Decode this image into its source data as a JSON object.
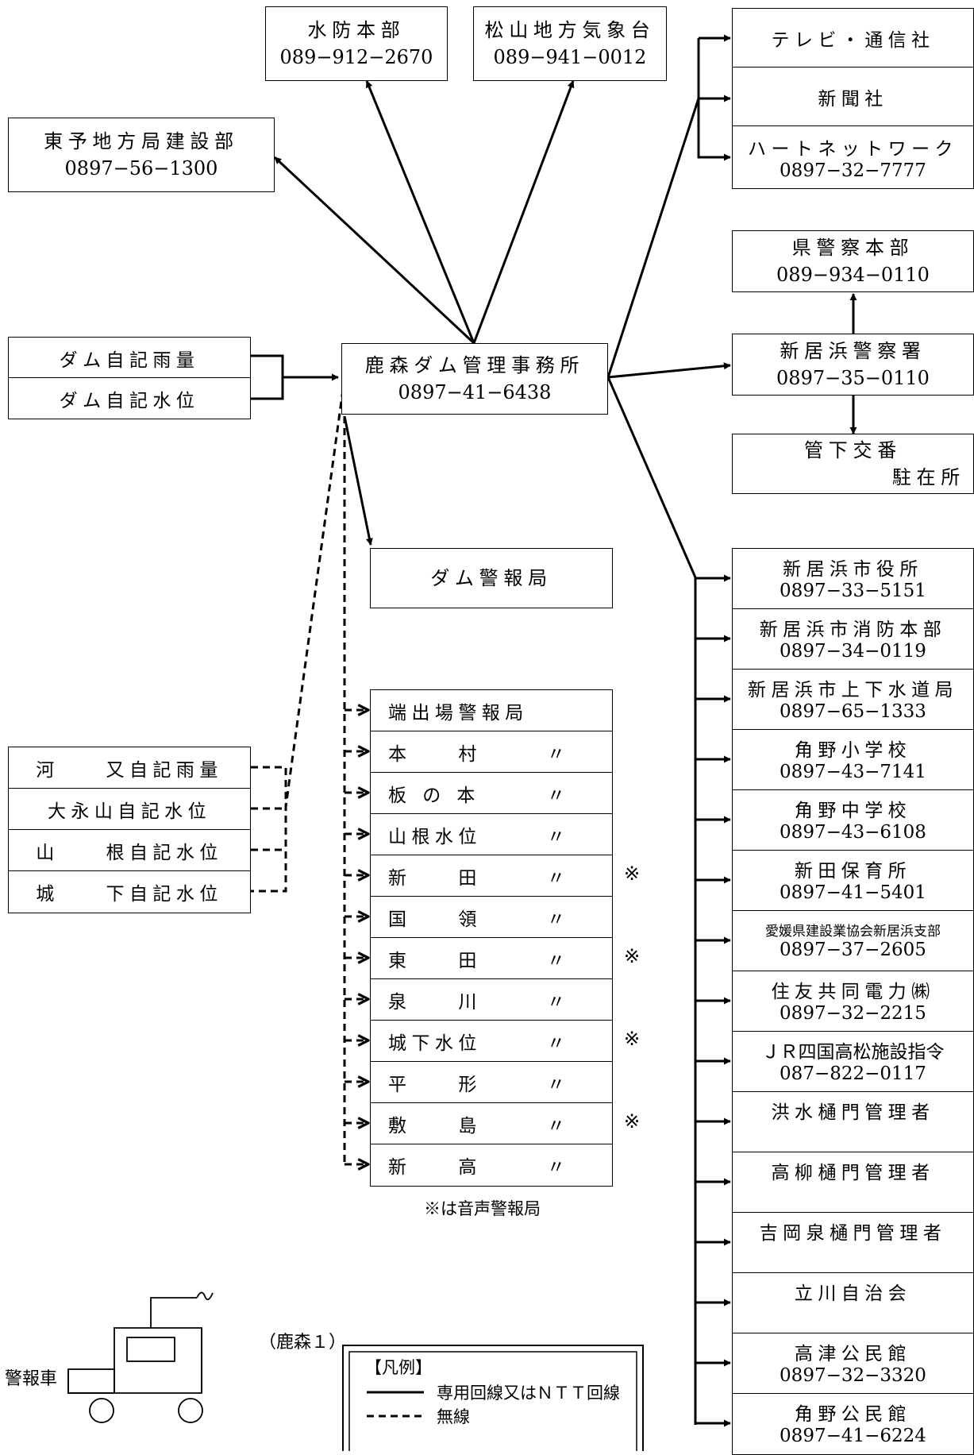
{
  "top_boxes": {
    "suibou": {
      "name": "水防本部",
      "tel": "089−912−2670"
    },
    "matsuyama": {
      "name": "松山地方気象台",
      "tel": "089−941−0012"
    },
    "toyo": {
      "name": "東予地方局建設部",
      "tel": "0897−56−1300"
    }
  },
  "center": {
    "name": "鹿森ダム管理事務所",
    "tel": "0897−41−6438"
  },
  "dam_recorders": [
    "ダム自記雨量",
    "ダム自記水位"
  ],
  "dam_alarm_station": "ダム警報局",
  "media": [
    {
      "name": "テレビ・通信社",
      "tel": ""
    },
    {
      "name": "新聞社",
      "tel": ""
    },
    {
      "name": "ハートネットワーク",
      "tel": "0897−32−7777"
    }
  ],
  "police": {
    "hq": {
      "name": "県警察本部",
      "tel": "089−934−0110"
    },
    "station": {
      "name": "新居浜警察署",
      "tel": "0897−35−0110"
    },
    "koban": {
      "line1": "管下交番",
      "line2": "駐在所"
    }
  },
  "agencies": [
    {
      "name": "新居浜市役所",
      "tel": "0897−33−5151"
    },
    {
      "name": "新居浜市消防本部",
      "tel": "0897−34−0119"
    },
    {
      "name": "新居浜市上下水道局",
      "tel": "0897−65−1333"
    },
    {
      "name": "角野小学校",
      "tel": "0897−43−7141"
    },
    {
      "name": "角野中学校",
      "tel": "0897−43−6108"
    },
    {
      "name": "新田保育所",
      "tel": "0897−41−5401"
    },
    {
      "name": "愛媛県建設業協会新居浜支部",
      "tel": "0897−37−2605"
    },
    {
      "name": "住友共同電力㈱",
      "tel": "0897−32−2215"
    },
    {
      "name": "ＪＲ四国高松施設指令",
      "tel": "087−822−0117"
    },
    {
      "name": "洪水樋門管理者",
      "tel": ""
    },
    {
      "name": "高柳樋門管理者",
      "tel": ""
    },
    {
      "name": "吉岡泉樋門管理者",
      "tel": ""
    },
    {
      "name": "立川自治会",
      "tel": ""
    },
    {
      "name": "高津公民館",
      "tel": "0897−32−3320"
    },
    {
      "name": "角野公民館",
      "tel": "0897−41−6224"
    }
  ],
  "alarm_stations": [
    {
      "name": "端出場警報局",
      "ditto": "",
      "voice": ""
    },
    {
      "name": "本　　村",
      "ditto": "〃",
      "voice": ""
    },
    {
      "name": "板 の 本",
      "ditto": "〃",
      "voice": ""
    },
    {
      "name": "山根水位",
      "ditto": "〃",
      "voice": ""
    },
    {
      "name": "新　　田",
      "ditto": "〃",
      "voice": "※"
    },
    {
      "name": "国　　領",
      "ditto": "〃",
      "voice": ""
    },
    {
      "name": "東　　田",
      "ditto": "〃",
      "voice": "※"
    },
    {
      "name": "泉　　川",
      "ditto": "〃",
      "voice": ""
    },
    {
      "name": "城下水位",
      "ditto": "〃",
      "voice": "※"
    },
    {
      "name": "平　　形",
      "ditto": "〃",
      "voice": ""
    },
    {
      "name": "敷　　島",
      "ditto": "〃",
      "voice": "※"
    },
    {
      "name": "新　　高",
      "ditto": "〃",
      "voice": ""
    }
  ],
  "voice_note": "※は音声警報局",
  "remote_recorders": [
    "河　　又自記雨量",
    "大永山自記水位",
    "山　　根自記水位",
    "城　　下自記水位"
  ],
  "vehicle": {
    "label": "警報車",
    "callsign": "（鹿森１）"
  },
  "legend": {
    "title": "【凡例】",
    "solid": "専用回線又はＮＴＴ回線",
    "dashed": "無線"
  }
}
